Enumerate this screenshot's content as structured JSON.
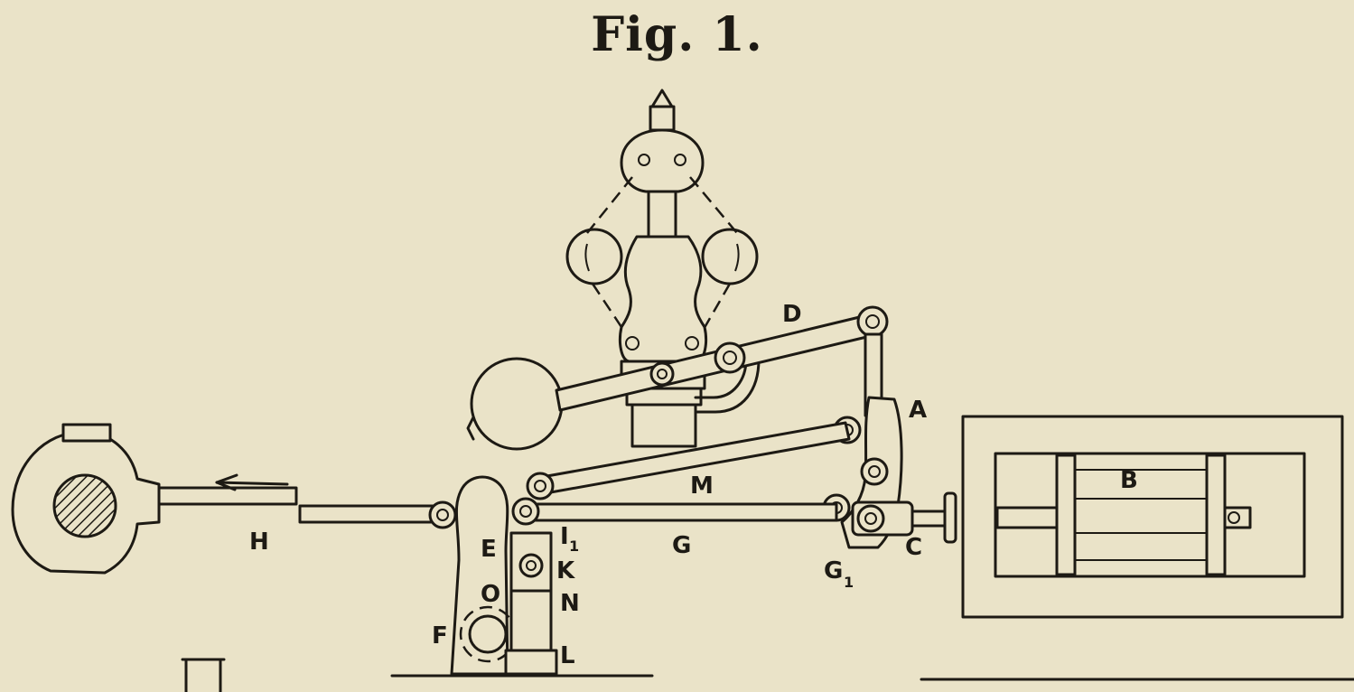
{
  "figure": {
    "title": "Fig. 1."
  },
  "labels": {
    "A": "A",
    "B": "B",
    "C": "C",
    "D": "D",
    "E": "E",
    "F": "F",
    "G": "G",
    "G1": "G",
    "G1_sub": "1",
    "H": "H",
    "I1": "I",
    "I1_sub": "1",
    "K": "K",
    "L": "L",
    "M": "M",
    "N": "N",
    "O": "O"
  },
  "colors": {
    "paper": "#eae3c8",
    "ink": "#1d1a14"
  }
}
